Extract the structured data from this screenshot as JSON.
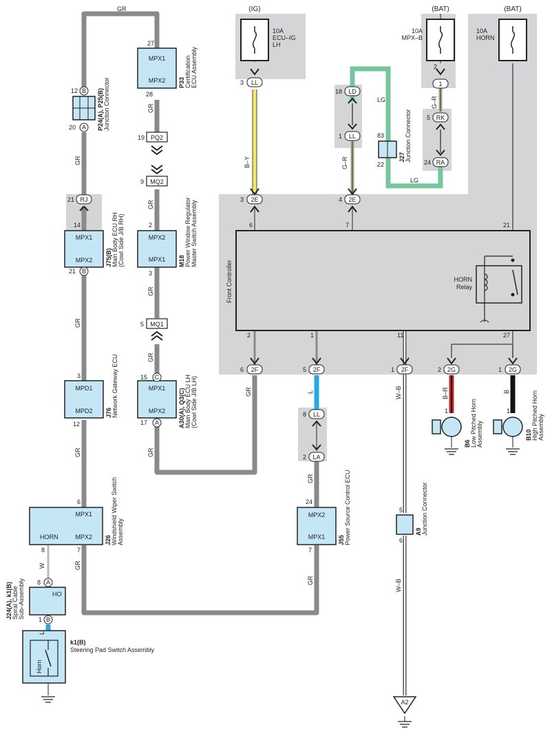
{
  "colors": {
    "shade": "#d4d5d6",
    "component_fill": "#c5e6f5",
    "gray_wire": "#8a8a8a",
    "yellow_wire": "#f3e86a",
    "green_wire": "#76c69b",
    "blue_wire": "#2aa9e0",
    "red_wire": "#d2232a",
    "black_wire": "#111111",
    "outline": "#222222"
  },
  "power": {
    "ig_label": "(IG)",
    "bat1_label": "(BAT)",
    "bat2_label": "(BAT)",
    "fuse_ecu_rating": "10A",
    "fuse_ecu_name": "ECU–IG",
    "fuse_ecu_side": "LH",
    "fuse_mpx_rating": "10A",
    "fuse_mpx_name": "MPX–B",
    "fuse_horn_rating": "10A",
    "fuse_horn_name": "HORN"
  },
  "components": {
    "p33": {
      "code": "P33",
      "name1": "Certification",
      "name2": "ECU Assembly",
      "top": "MPX1",
      "bottom": "MPX2",
      "pin_top": "27",
      "pin_bottom": "28"
    },
    "m18": {
      "code": "M18",
      "name1": "Power Window Regulator",
      "name2": "Master Switch Assembly",
      "top": "MPX2",
      "bottom": "MPX1",
      "pin_top": "2",
      "pin_bottom": "3"
    },
    "a30": {
      "code": "A30(A), Q3(C)",
      "name1": "Main Body ECU LH",
      "name2": "(Cowl Side J/B LH)",
      "top": "MPX1",
      "bottom": "MPX2",
      "pin_top": "15",
      "pin_bottom": "17",
      "conn_top": "C",
      "conn_bottom": "A"
    },
    "p24": {
      "code": "P24(A), P25(B)",
      "name1": "Junction Connector",
      "pin_top": "12",
      "pin_bottom": "20",
      "conn_top": "B",
      "conn_bottom": "A"
    },
    "j75": {
      "code": "J75(B)",
      "name1": "Main Body ECU RH",
      "name2": "(Cowl Side J/B RH)",
      "top": "MPX1",
      "bottom": "MPX2",
      "pin_top": "14",
      "pin_bottom": "21",
      "conn_bottom": "B"
    },
    "j76": {
      "code": "J76",
      "name1": "Network Gateway ECU",
      "top": "MPD1",
      "bottom": "MPD2",
      "pin_top": "3",
      "pin_bottom": "12"
    },
    "j26": {
      "code": "J26",
      "name1": "Windshield Wiper Switch",
      "name2": "Assembly",
      "top_right": "MPX1",
      "bottom_left": "HORN",
      "bottom_right": "MPX2",
      "pin_top": "6",
      "pin_horn": "8",
      "pin_mpx2": "7"
    },
    "j24": {
      "code": "J24(A), k1(B)",
      "name1": "Spiral Cable",
      "name2": "Sub–Assembly",
      "label": "HO",
      "pin_top": "8",
      "pin_bottom": "1",
      "conn_top": "A",
      "conn_bottom": "B"
    },
    "k1": {
      "code": "k1(B)",
      "name1": "Steering Pad Switch Assembly",
      "switch_label": "Horn"
    },
    "j55": {
      "code": "J55",
      "name1": "Power Source Control ECU",
      "top": "MPX2",
      "bottom": "MPX1",
      "pin_top": "24",
      "pin_bottom": "7"
    },
    "j27": {
      "code": "J27",
      "name1": "Junction Connector",
      "pin_top": "83",
      "pin_bottom": "22"
    },
    "a9": {
      "code": "A9",
      "name1": "Junction Connector",
      "pin_top": "5",
      "pin_bottom": "6"
    },
    "front": {
      "name": "Front Controller",
      "pin6": "6",
      "pin7": "7",
      "pin21": "21",
      "pin2": "2",
      "pin1": "1",
      "pin11": "11",
      "pin27": "27"
    },
    "relay": {
      "name1": "HORN",
      "name2": "Relay"
    },
    "b6": {
      "code": "B6",
      "name1": "Low Pitched Horn",
      "name2": "Assembly",
      "pin": "1"
    },
    "b10": {
      "code": "B10",
      "name1": "High Pitched Horn",
      "name2": "Assembly",
      "pin": "1"
    },
    "ground_a2": "A2"
  },
  "connectors": {
    "pq2": "PQ2",
    "pq2_pin": "19",
    "mq2": "MQ2",
    "mq2_pin": "9",
    "mq1": "MQ1",
    "mq1_pin": "5",
    "rj": "RJ",
    "rj_pin": "21",
    "ll_ig": "LL",
    "ll_ig_pin": "3",
    "e_a": "2E",
    "e_a_pin": "3",
    "ld": "LD",
    "ld_pin": "18",
    "ll_mid": "LL",
    "ll_mid_pin": "1",
    "e_b": "2E",
    "e_b_pin": "4",
    "c1": "1",
    "c1_pin": "2",
    "rk": "RK",
    "rk_pin": "5",
    "ra": "RA",
    "ra_pin": "24",
    "f1": "2F",
    "f1_pin": "6",
    "f2": "2F",
    "f2_pin": "5",
    "f3": "2F",
    "f3_pin": "1",
    "g1": "2G",
    "g1_pin": "2",
    "g2": "2G",
    "g2_pin": "1",
    "ll_low": "LL",
    "ll_low_pin": "8",
    "la": "LA",
    "la_pin": "2"
  },
  "wires": {
    "gr": "GR",
    "by": "B–Y",
    "gr_green": "G–R",
    "lg": "LG",
    "w": "W",
    "l": "L",
    "wb": "W–B",
    "br": "B–R",
    "b": "B"
  }
}
